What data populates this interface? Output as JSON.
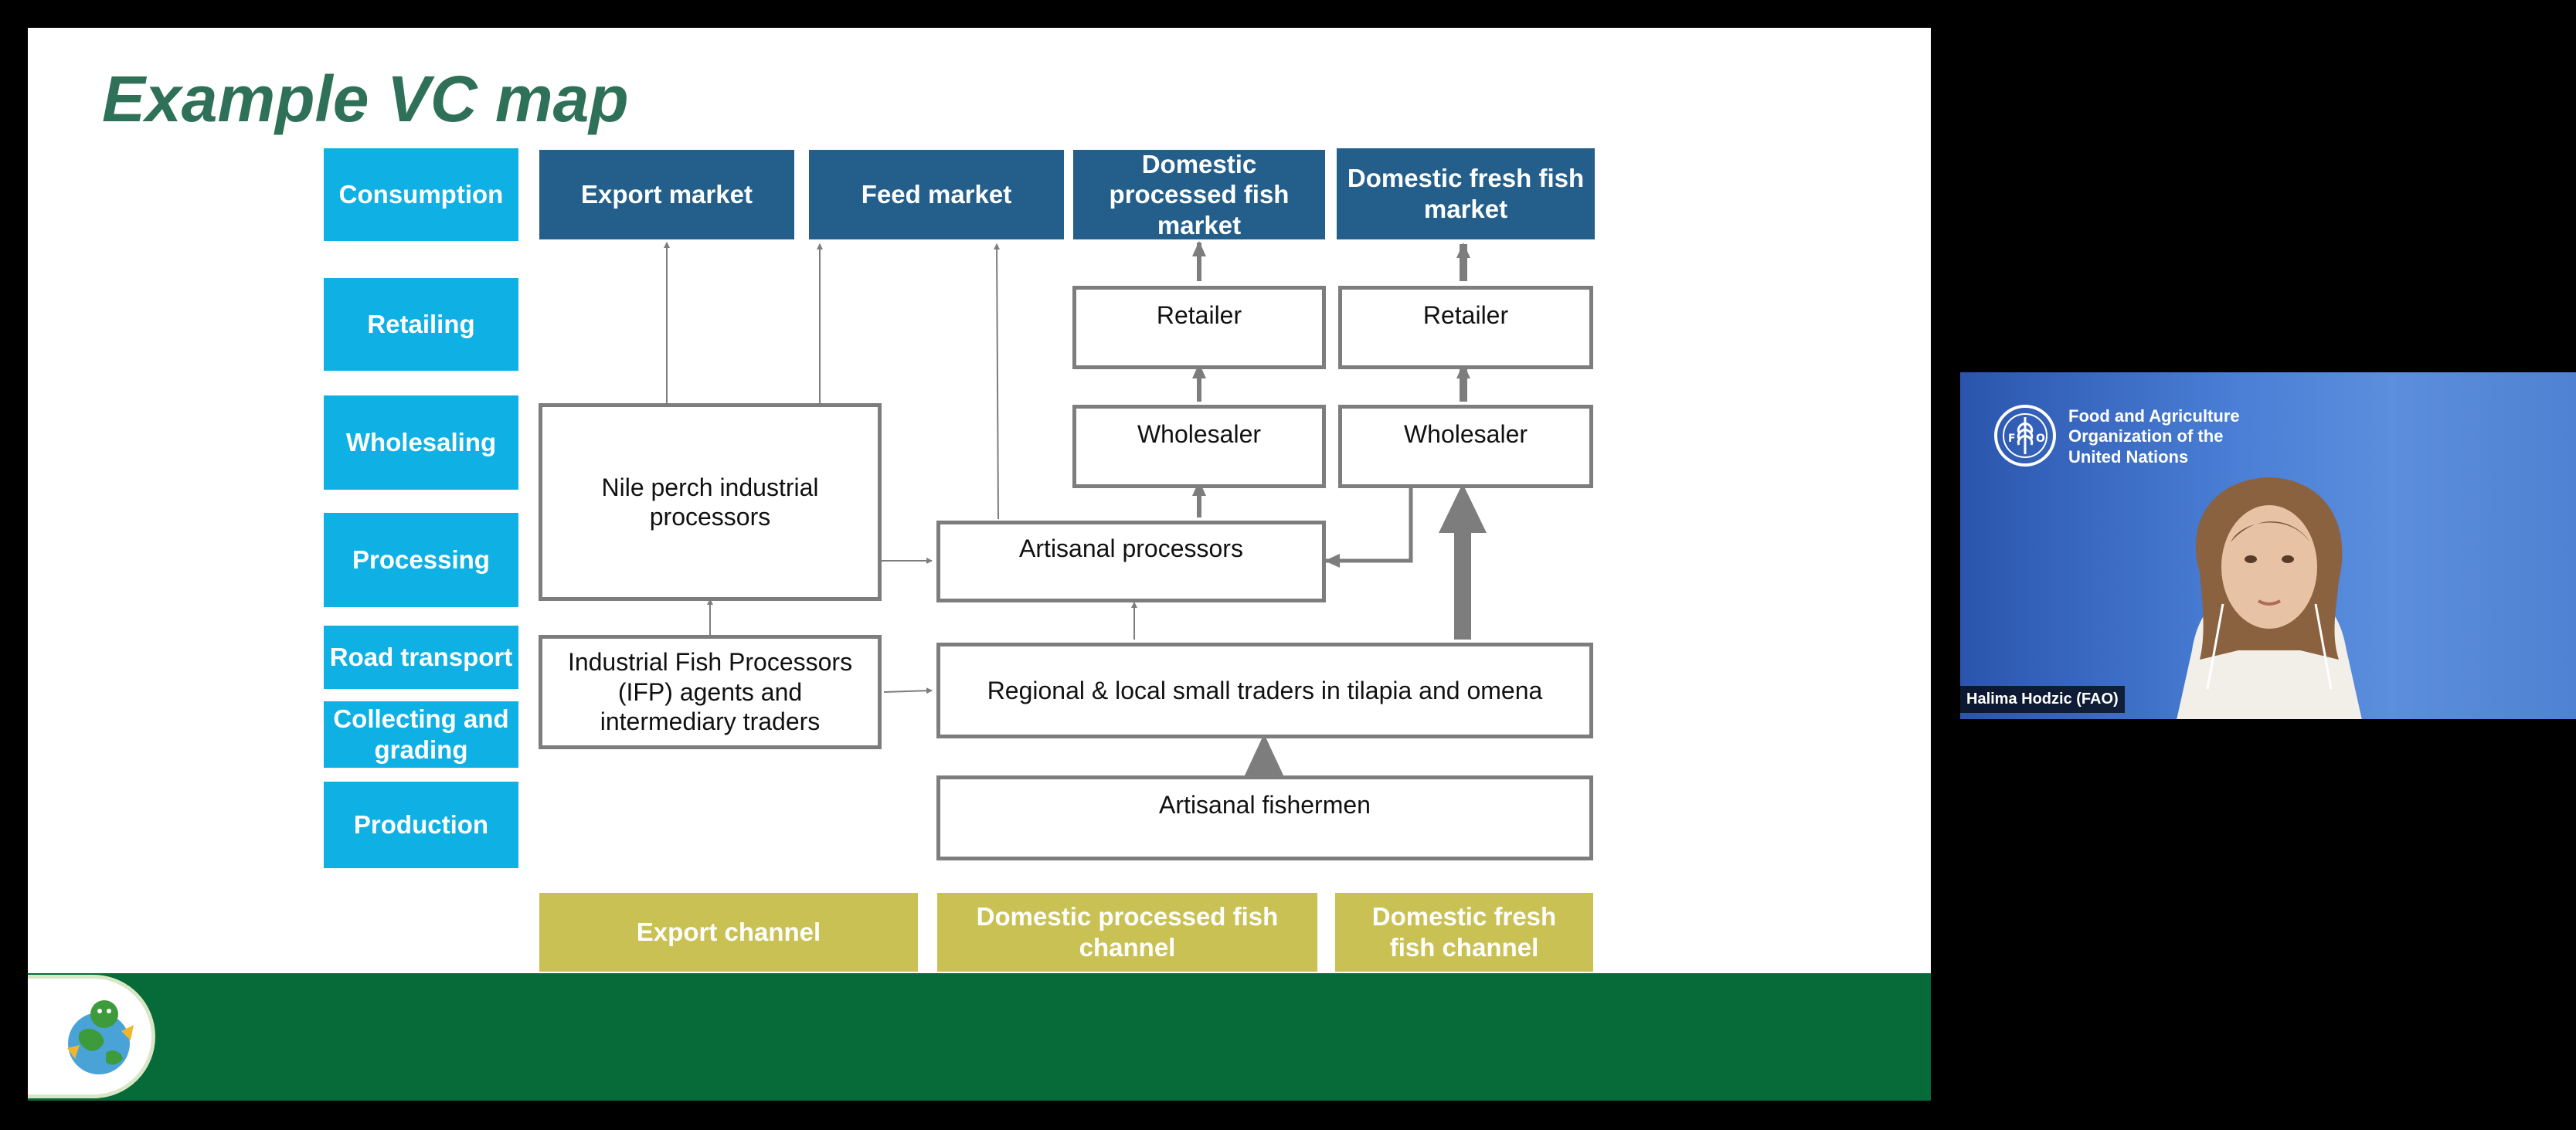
{
  "slide": {
    "title": "Example VC map",
    "stages": [
      "Consumption",
      "Retailing",
      "Wholesaling",
      "Processing",
      "Road transport",
      "Collecting and grading",
      "Production"
    ],
    "markets": {
      "export": "Export market",
      "feed": "Feed market",
      "domestic_processed": "Domestic processed fish market",
      "domestic_fresh": "Domestic fresh fish market"
    },
    "actors": {
      "retailer_processed": "Retailer",
      "retailer_fresh": "Retailer",
      "wholesaler_processed": "Wholesaler",
      "wholesaler_fresh": "Wholesaler",
      "nile_perch_processors": "Nile perch industrial processors",
      "artisanal_processors": "Artisanal processors",
      "ifp_agents": "Industrial Fish Processors (IFP) agents and intermediary traders",
      "small_traders": "Regional & local small traders in tilapia and omena",
      "fishermen": "Artisanal fishermen"
    },
    "channels": {
      "export": "Export channel",
      "domestic_processed": "Domestic processed fish channel",
      "domestic_fresh": "Domestic fresh fish channel"
    },
    "colors": {
      "stage": "#0fb0e4",
      "market": "#235f8a",
      "channel": "#c9c153",
      "footer": "#076a39",
      "title": "#2e7158",
      "arrow": "#7d7d7d"
    }
  },
  "video": {
    "org_name": [
      "Food and Agriculture",
      "Organization of the",
      "United Nations"
    ],
    "participant_name": "Halima Hodzic (FAO)"
  },
  "icons": [
    "fao-emblem-icon",
    "project-logo-icon"
  ]
}
